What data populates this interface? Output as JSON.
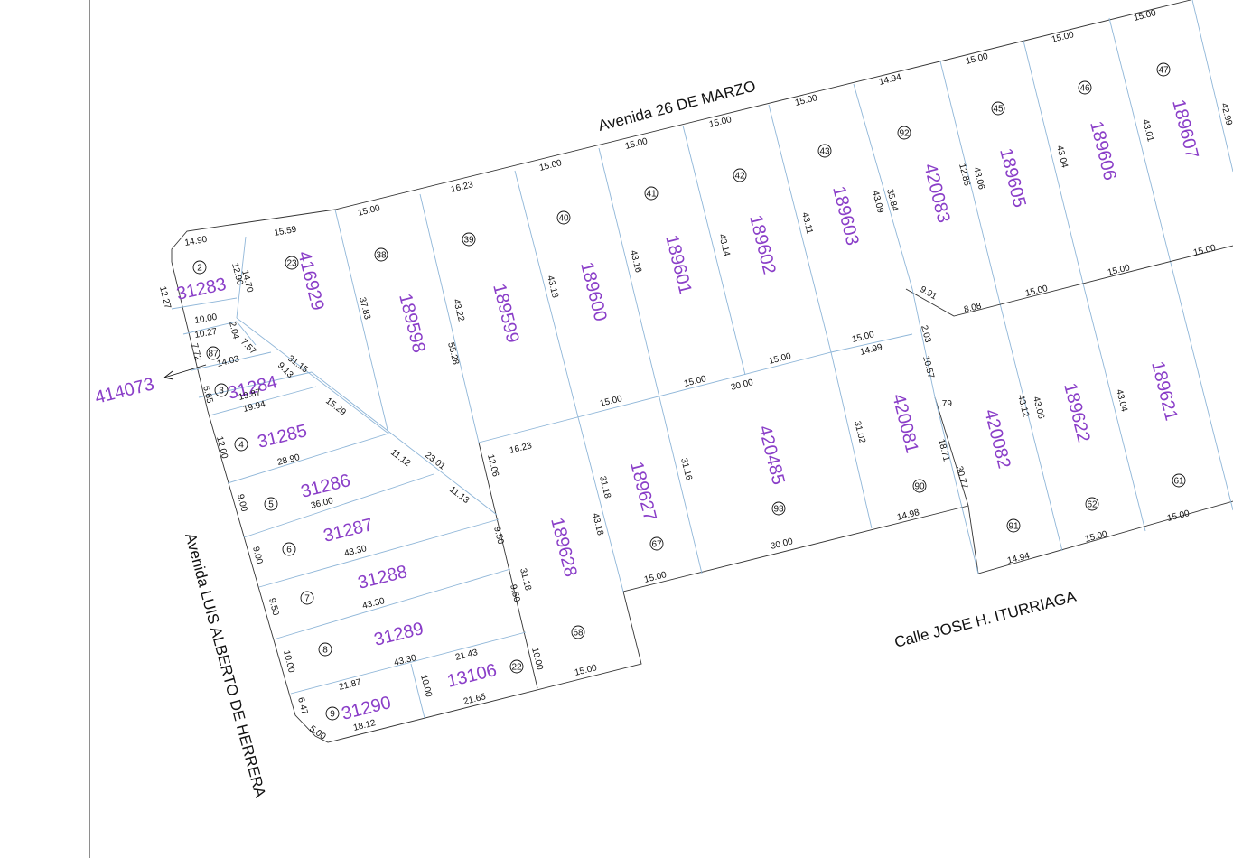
{
  "colors": {
    "parcel_text": "#8a3ec8",
    "lot_lines": "#8fb6d8",
    "block_lines": "#333333",
    "text": "#111111"
  },
  "streets": {
    "north": "Avenida 26 DE MARZO",
    "west": "Avenida LUIS ALBERTO DE HERRERA",
    "south": "Calle JOSE H. ITURRIAGA"
  },
  "parcels": {
    "p31283": "31283",
    "p416929": "416929",
    "p189598": "189598",
    "p189599": "189599",
    "p189600": "189600",
    "p189601": "189601",
    "p189602": "189602",
    "p189603": "189603",
    "p420083": "420083",
    "p189605": "189605",
    "p189606": "189606",
    "p189607": "189607",
    "p414073": "414073",
    "p31284": "31284",
    "p31285": "31285",
    "p31286": "31286",
    "p31287": "31287",
    "p31288": "31288",
    "p31289": "31289",
    "p13106": "13106",
    "p31290": "31290",
    "p189628": "189628",
    "p189627": "189627",
    "p420485": "420485",
    "p420081": "420081",
    "p420082": "420082",
    "p189622": "189622",
    "p189621": "189621"
  },
  "lots": {
    "l2": "2",
    "l23": "23",
    "l38": "38",
    "l39": "39",
    "l40": "40",
    "l41": "41",
    "l42": "42",
    "l43": "43",
    "l92": "92",
    "l45": "45",
    "l46": "46",
    "l47": "47",
    "l87": "87",
    "l3": "3",
    "l4": "4",
    "l5": "5",
    "l6": "6",
    "l7": "7",
    "l8": "8",
    "l9": "9",
    "l22": "22",
    "l68": "68",
    "l67": "67",
    "l93": "93",
    "l90": "90",
    "l91": "91",
    "l62": "62",
    "l61": "61"
  },
  "dims": {
    "d1": "14.90",
    "d2": "15.59",
    "d3": "15.00",
    "d4": "16.23",
    "d5": "15.00",
    "d6": "15.00",
    "d7": "15.00",
    "d8": "15.00",
    "d9": "14.94",
    "d10": "15.00",
    "d11": "15.00",
    "d12": "15.00",
    "d13": "42.99",
    "d14": "12.27",
    "d15": "12.90",
    "d16": "14.70",
    "d17": "37.83",
    "d18": "43.22",
    "d19": "55.28",
    "d20": "43.18",
    "d21": "43.16",
    "d22": "43.14",
    "d23": "43.11",
    "d24": "43.09",
    "d25": "35.84",
    "d26": "12.86",
    "d27": "43.06",
    "d28": "43.04",
    "d29": "43.01",
    "d30": "10.00",
    "d31": "10.27",
    "d32": "7.72",
    "d33": "2.04",
    "d34": "7.57",
    "d35": "14.03",
    "d36": "9.13",
    "d37": "31.15",
    "d38": "6.65",
    "d39": "19.87",
    "d40": "19.94",
    "d41": "15.29",
    "d42": "12.00",
    "d43": "28.90",
    "d44": "11.12",
    "d45": "23.01",
    "d46": "11.13",
    "d47": "12.06",
    "d48": "16.23",
    "d49": "15.00",
    "d50": "15.00",
    "d51": "30.00",
    "d52": "15.00",
    "d53": "15.00",
    "d54": "14.99",
    "d55": "9.91",
    "d56": "8.08",
    "d57": "15.00",
    "d58": "15.00",
    "d59": "15.00",
    "d60": "2.03",
    "d61": "10.57",
    "d62": ".79",
    "d63": "9.00",
    "d64": "36.00",
    "d65": "9.00",
    "d66": "43.30",
    "d67": "9.50",
    "d68": "9.50",
    "d69": "31.18",
    "d70": "9.50",
    "d71": "43.30",
    "d72": "10.00",
    "d73": "43.30",
    "d74": "21.43",
    "d75": "10.00",
    "d76": "21.87",
    "d77": "10.00",
    "d78": "21.65",
    "d79": "6.47",
    "d80": "5.00",
    "d81": "18.12",
    "d82": "15.00",
    "d83": "31.18",
    "d84": "43.18",
    "d85": "31.16",
    "d86": "15.00",
    "d87": "30.00",
    "d88": "31.02",
    "d89": "14.98",
    "d90": "18.71",
    "d91": "30.77",
    "d92": "43.12",
    "d93": "43.06",
    "d94": "43.04",
    "d95": "14.94",
    "d96": "15.00",
    "d97": "15.00"
  }
}
